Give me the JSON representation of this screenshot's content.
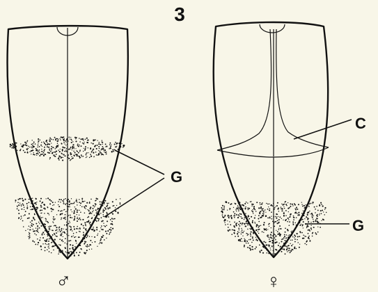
{
  "figure": {
    "number": "3",
    "male_symbol": "♂",
    "female_symbol": "♀",
    "labels": {
      "g_male": "G",
      "c_female": "C",
      "g_female": "G"
    },
    "ink_color": "#111111",
    "background_color": "#f8f6e8"
  }
}
